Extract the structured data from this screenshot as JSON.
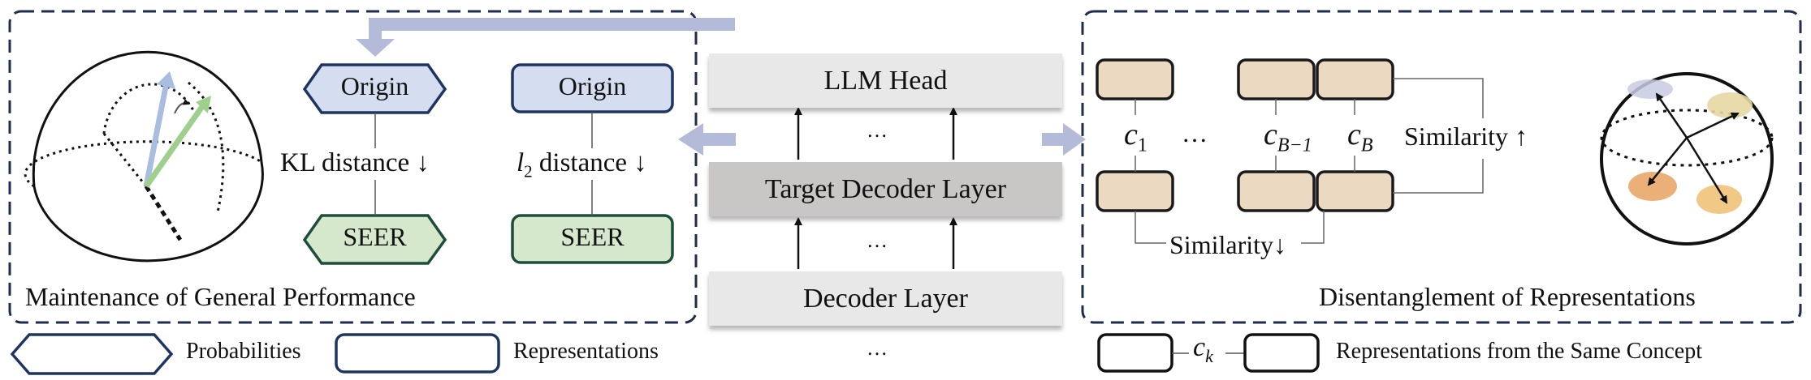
{
  "left_panel": {
    "caption": "Maintenance of  General Performance",
    "kl_col": {
      "top_box": "Origin",
      "distance": "KL distance ↓",
      "bottom_box": "SEER"
    },
    "l2_col": {
      "top_box": "Origin",
      "distance_var": "l",
      "distance_sub": "2",
      "distance_rest": " distance ↓",
      "bottom_box": "SEER"
    }
  },
  "center_stack": {
    "head": "LLM Head",
    "target": "Target Decoder Layer",
    "decoder": "Decoder Layer",
    "ellipsis": "…"
  },
  "right_panel": {
    "caption": "Disentanglement of Representations",
    "c1": "c",
    "c1_sub": "1",
    "cb1": "c",
    "cb1_sub": "B−1",
    "cb": "c",
    "cb_sub": "B",
    "dots": "…",
    "similarity_up": "Similarity ↑",
    "similarity_down": "Similarity↓"
  },
  "legend": {
    "probabilities": "Probabilities",
    "representations": "Representations",
    "ck": "c",
    "ck_sub": "k",
    "same_concept": "Representations from the Same Concept"
  },
  "colors": {
    "panel_border": "#1f2d4d",
    "arrow_lavender": "#b4bbd8",
    "blue_fill": "#d4def0",
    "blue_border": "#1f3561",
    "green_fill": "#d6e8cc",
    "green_border": "#1e4d3b",
    "tan_fill": "#ebd9c2"
  }
}
